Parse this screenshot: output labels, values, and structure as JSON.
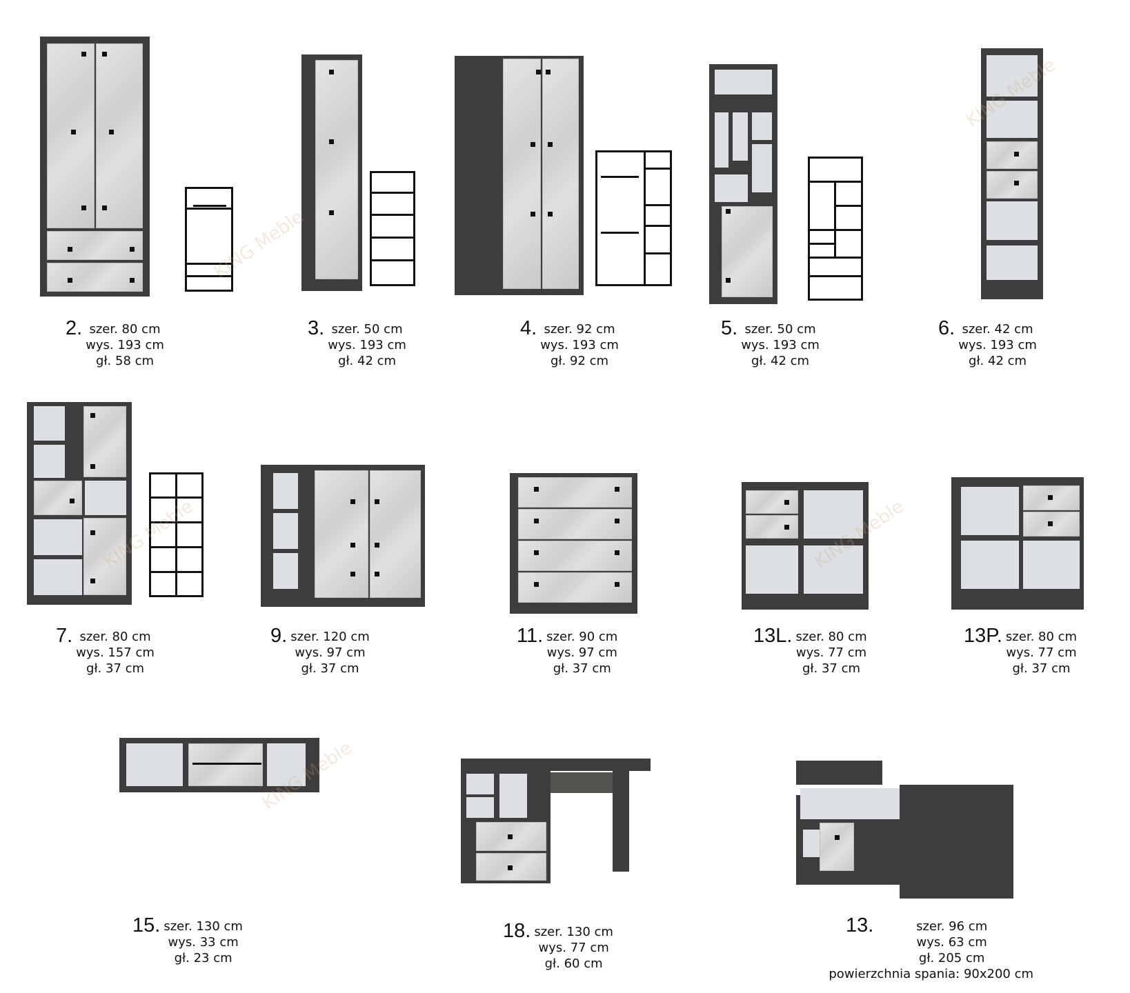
{
  "watermark": "KING Meble",
  "items": [
    {
      "number": "2.",
      "width": "szer. 80 cm",
      "height": "wys. 193 cm",
      "depth": "gł. 58 cm"
    },
    {
      "number": "3.",
      "width": "szer. 50 cm",
      "height": "wys. 193 cm",
      "depth": "gł. 42 cm"
    },
    {
      "number": "4.",
      "width": "szer. 92 cm",
      "height": "wys. 193 cm",
      "depth": "gł. 92 cm"
    },
    {
      "number": "5.",
      "width": "szer. 50 cm",
      "height": "wys. 193 cm",
      "depth": "gł. 42 cm"
    },
    {
      "number": "6.",
      "width": "szer. 42 cm",
      "height": "wys. 193 cm",
      "depth": "gł. 42 cm"
    },
    {
      "number": "7.",
      "width": "szer. 80 cm",
      "height": "wys. 157 cm",
      "depth": "gł. 37 cm"
    },
    {
      "number": "9.",
      "width": "szer. 120 cm",
      "height": "wys. 97 cm",
      "depth": "gł. 37 cm"
    },
    {
      "number": "11.",
      "width": "szer. 90 cm",
      "height": "wys. 97 cm",
      "depth": "gł. 37 cm"
    },
    {
      "number": "13L.",
      "width": "szer. 80 cm",
      "height": "wys. 77 cm",
      "depth": "gł. 37 cm"
    },
    {
      "number": "13P.",
      "width": "szer. 80 cm",
      "height": "wys. 77 cm",
      "depth": "gł. 37 cm"
    },
    {
      "number": "15.",
      "width": "szer. 130 cm",
      "height": "wys. 33 cm",
      "depth": "gł. 23 cm"
    },
    {
      "number": "18.",
      "width": "szer. 130 cm",
      "height": "wys. 77 cm",
      "depth": "gł. 60 cm"
    },
    {
      "number": "13.",
      "width": "szer. 96 cm",
      "height": "wys. 63 cm",
      "depth": "gł. 205 cm",
      "extra": "powierzchnia spania: 90x200 cm"
    }
  ]
}
